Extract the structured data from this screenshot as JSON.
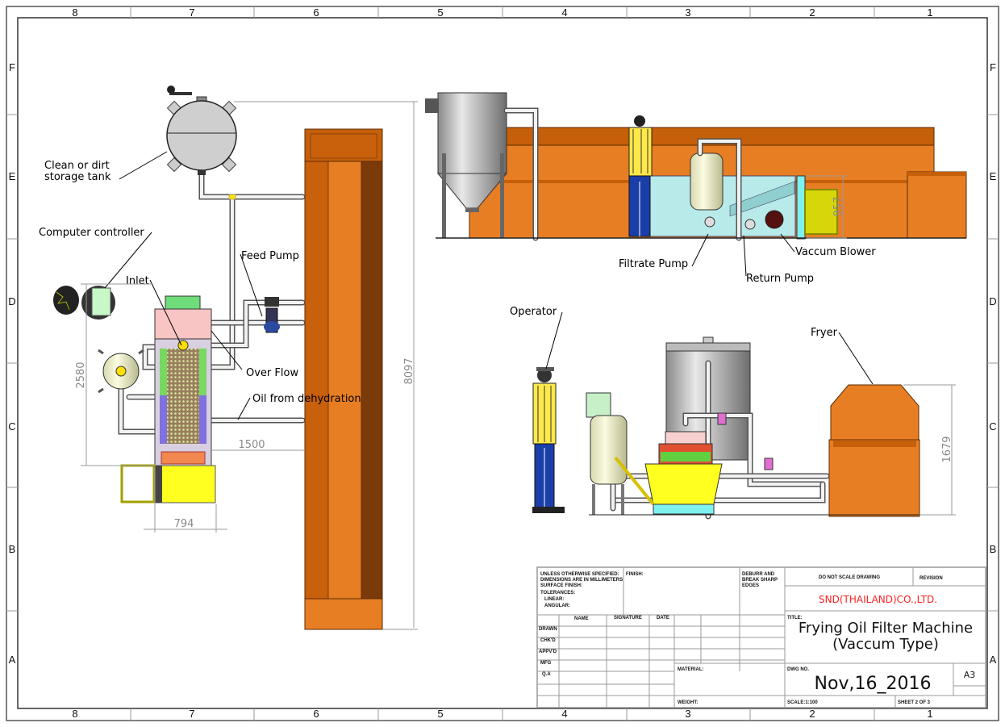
{
  "zones": {
    "columns": [
      "8",
      "7",
      "6",
      "5",
      "4",
      "3",
      "2",
      "1"
    ],
    "rows": [
      "F",
      "E",
      "D",
      "C",
      "B",
      "A"
    ]
  },
  "callouts": {
    "tank": [
      "Clean or dirt",
      "storage tank"
    ],
    "controller": "Computer controller",
    "inlet": "Inlet",
    "feed_pump": "Feed Pump",
    "over_flow": "Over Flow",
    "oil_dehydration": "Oil from dehydration",
    "filtrate_pump": "Filtrate Pump",
    "vaccum_blower": "Vaccum Blower",
    "return_pump": "Return Pump",
    "operator": "Operator",
    "fryer": "Fryer"
  },
  "dimensions": {
    "overall_length": "8097",
    "filter_height": "2580",
    "offset": "1500",
    "filter_width": "794",
    "side_height": "957",
    "fryer_height": "1679"
  },
  "title_block": {
    "unless": "UNLESS OTHERWISE SPECIFIED:",
    "dimensions_mm": "DIMENSIONS ARE IN MILLIMETERS",
    "surface_finish": "SURFACE FINISH:",
    "tolerances": "TOLERANCES:",
    "linear": "LINEAR:",
    "angular": "ANGULAR:",
    "finish": "FINISH:",
    "deburr": [
      "DEBURR AND",
      "BREAK SHARP",
      "EDGES"
    ],
    "do_not_scale": "DO NOT SCALE DRAWING",
    "revision": "REVISION",
    "company": "SND(THAILAND)CO.,LTD.",
    "company_color": "#ff2020",
    "col_name": "NAME",
    "col_signature": "SIGNATURE",
    "col_date": "DATE",
    "rows": [
      "DRAWN",
      "CHK'D",
      "APPV'D",
      "MFG",
      "Q.A"
    ],
    "title_label": "TITLE:",
    "title": [
      "Frying Oil Filter Machine",
      "(Vaccum Type)"
    ],
    "material": "MATERIAL:",
    "weight": "WEIGHT:",
    "dwg_no_label": "DWG NO.",
    "dwg_no": "Nov,16_2016",
    "size": "A3",
    "scale": "SCALE:1:100",
    "sheet": "SHEET 2 OF 3"
  }
}
